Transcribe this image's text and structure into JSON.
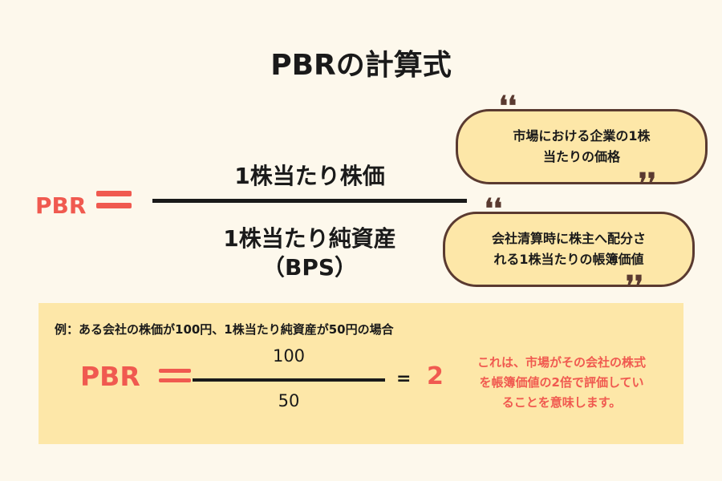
{
  "title": "PBRの計算式",
  "main_formula": {
    "lhs": "PBR",
    "numerator": "1株当たり株価",
    "denominator": "1株当たり純資産",
    "denominator_abbr": "（BPS）"
  },
  "bubbles": [
    {
      "lines": [
        "市場における企業の1株",
        "当たりの価格"
      ]
    },
    {
      "lines": [
        "会社清算時に株主へ配分さ",
        "れる1株当たりの帳簿価値"
      ]
    }
  ],
  "quote_open": "❛❛",
  "quote_close": "❜❜",
  "example": {
    "text": "例：ある会社の株価が100円、1株当たり純資産が50円の場合",
    "lhs": "PBR",
    "numerator": "100",
    "denominator": "50",
    "equals": "=",
    "result": "2",
    "explanation": [
      "これは、市場がその会社の株式",
      "を帳簿価値の2倍で評価してい",
      "ることを意味します。"
    ]
  },
  "colors": {
    "accent": "#f05a50",
    "background": "#fdf8ec",
    "bubble_fill": "#fde7a8",
    "bubble_border": "#5a3a30",
    "example_box": "#fde7a8",
    "text": "#1a1a1a"
  }
}
